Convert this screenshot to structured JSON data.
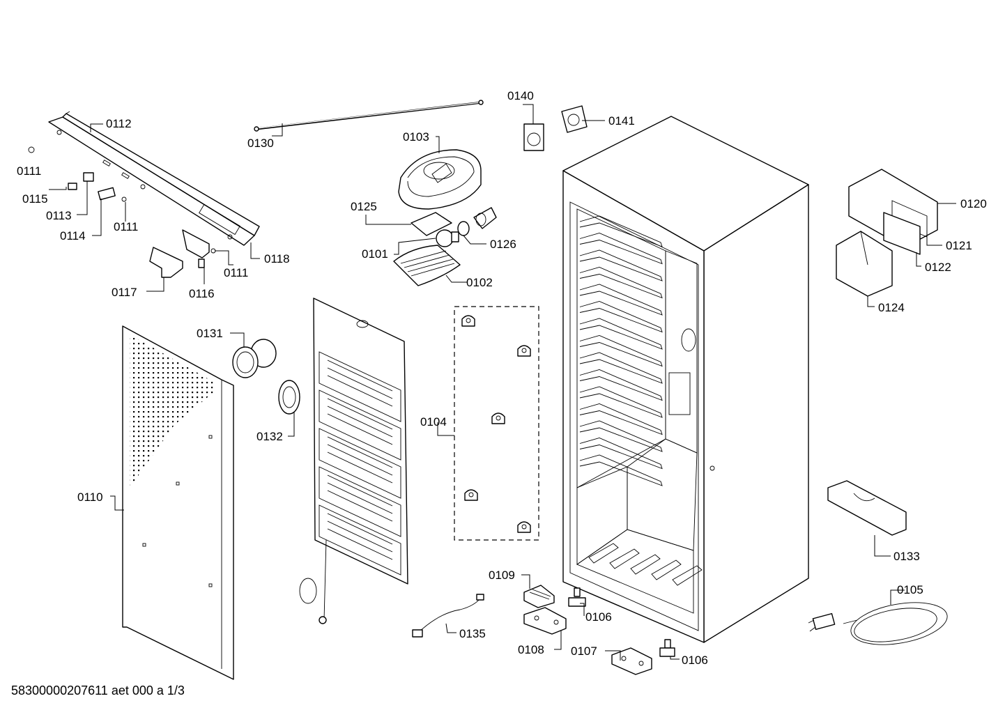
{
  "footer_text": "58300000207611 aet 000 a 1/3",
  "labels": {
    "p0101": "0101",
    "p0102": "0102",
    "p0103": "0103",
    "p0104": "0104",
    "p0105": "0105",
    "p0106a": "0106",
    "p0106b": "0106",
    "p0107": "0107",
    "p0108": "0108",
    "p0109": "0109",
    "p0110": "0110",
    "p0111a": "0111",
    "p0111b": "0111",
    "p0111c": "0111",
    "p0112": "0112",
    "p0113": "0113",
    "p0114": "0114",
    "p0115": "0115",
    "p0116": "0116",
    "p0117": "0117",
    "p0118": "0118",
    "p0120": "0120",
    "p0121": "0121",
    "p0122": "0122",
    "p0124": "0124",
    "p0125": "0125",
    "p0126": "0126",
    "p0130": "0130",
    "p0131": "0131",
    "p0132": "0132",
    "p0133": "0133",
    "p0135": "0135",
    "p0140": "0140",
    "p0141": "0141"
  }
}
